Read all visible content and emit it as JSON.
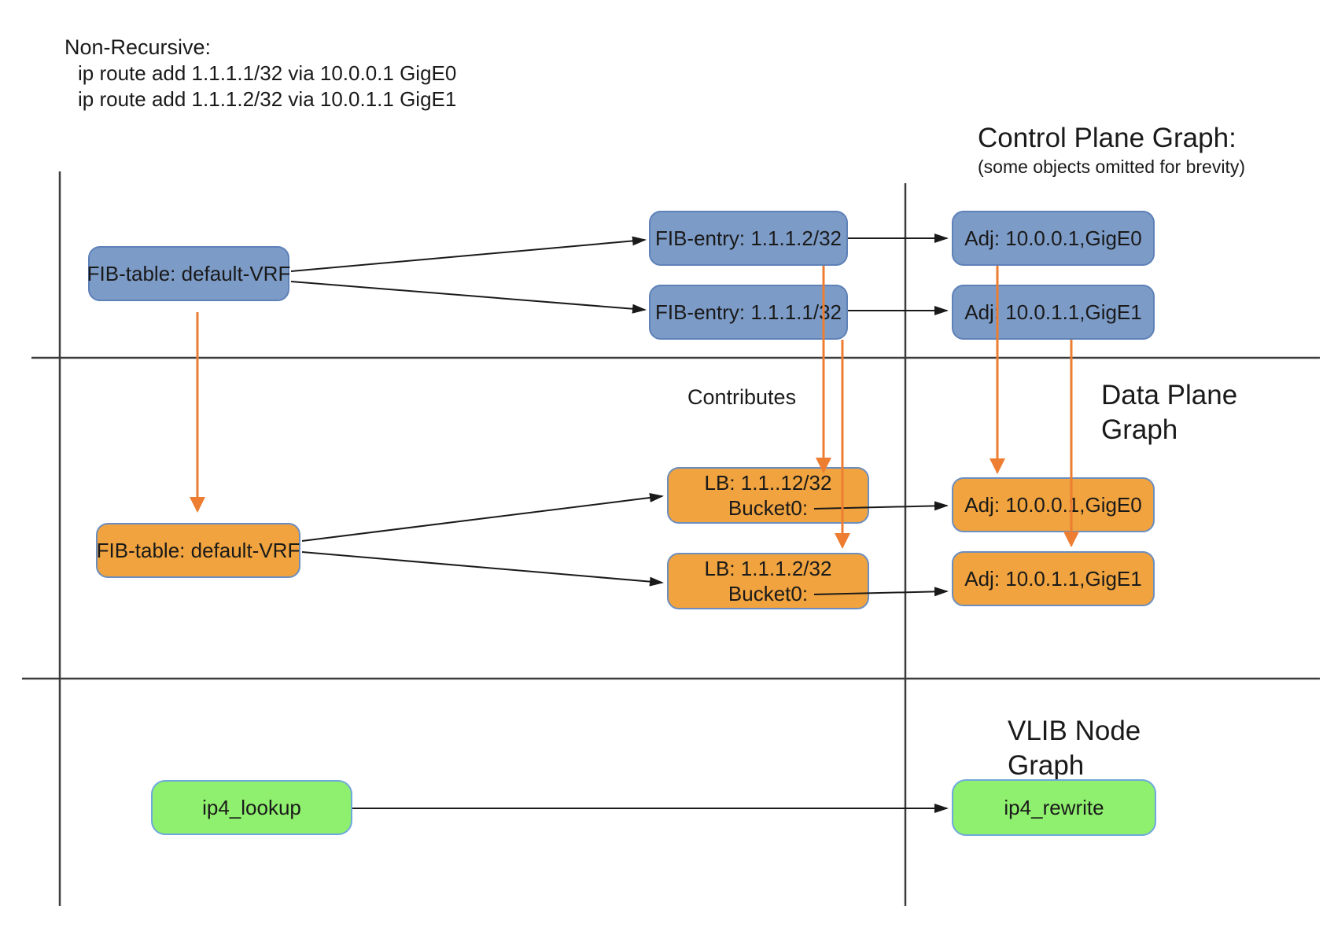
{
  "colors": {
    "node_blue": "#7c9bc7",
    "node_blue_border": "#5e81b8",
    "node_orange": "#f0a33e",
    "node_orange_border": "#6c8ebf",
    "node_green": "#8fef6e",
    "node_green_border": "#6fa8dc",
    "arrow_orange": "#ed7d31",
    "edge_black": "#1a1a1a",
    "line_dark": "#3c3c3c",
    "text_color": "#1a1a1a"
  },
  "notes": {
    "title": "Non-Recursive:",
    "commands": [
      "ip route add 1.1.1.1/32 via 10.0.0.1 GigE0",
      "ip route add 1.1.1.2/32 via 10.0.1.1 GigE1"
    ]
  },
  "titles": {
    "control_plane": {
      "heading": "Control Plane Graph:",
      "subheading": "(some objects omitted for brevity)"
    },
    "data_plane": {
      "line1": "Data Plane",
      "line2": "Graph"
    },
    "vlib": {
      "line1": "VLIB Node",
      "line2": "Graph"
    },
    "contributes": "Contributes"
  },
  "nodes": {
    "cp_fib_table": "FIB-table: default-VRF",
    "cp_fib_entry_2": "FIB-entry: 1.1.1.2/32",
    "cp_fib_entry_1": "FIB-entry: 1.1.1.1/32",
    "cp_adj_0": "Adj: 10.0.0.1,GigE0",
    "cp_adj_1": "Adj: 10.0.1.1,GigE1",
    "dp_fib_table": "FIB-table: default-VRF",
    "dp_lb_1": {
      "line1": "LB: 1.1..12/32",
      "line2": "Bucket0:"
    },
    "dp_lb_2": {
      "line1": "LB: 1.1.1.2/32",
      "line2": "Bucket0:"
    },
    "dp_adj_0": "Adj: 10.0.0.1,GigE0",
    "dp_adj_1": "Adj: 10.0.1.1,GigE1",
    "vlib_lookup": "ip4_lookup",
    "vlib_rewrite": "ip4_rewrite"
  }
}
